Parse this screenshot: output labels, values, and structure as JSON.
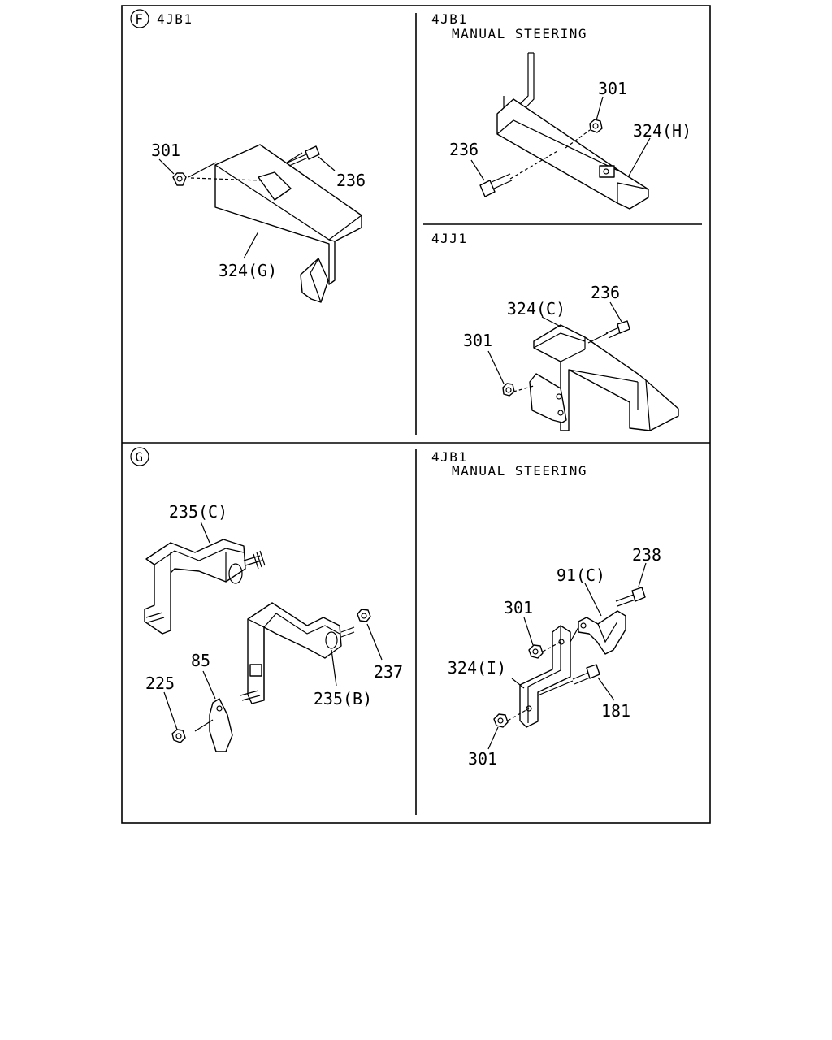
{
  "panels": {
    "f_left": {
      "marker": "F",
      "engine": "4JB1",
      "labels": {
        "nut": "301",
        "bolt": "236",
        "bracket": "324(G)"
      }
    },
    "f_top_right": {
      "engine": "4JB1",
      "note": "MANUAL STEERING",
      "labels": {
        "nut": "301",
        "bolt": "236",
        "bracket": "324(H)"
      }
    },
    "f_bottom_right": {
      "engine": "4JJ1",
      "labels": {
        "nut": "301",
        "bolt": "236",
        "bracket": "324(C)"
      }
    },
    "g_left": {
      "marker": "G",
      "labels": {
        "upper_bracket": "235(C)",
        "lower_bracket": "235(B)",
        "nut_right": "237",
        "clip": "85",
        "nut_left": "225"
      }
    },
    "g_right": {
      "engine": "4JB1",
      "note": "MANUAL STEERING",
      "labels": {
        "bolt_top": "238",
        "clamp": "91(C)",
        "nut_top": "301",
        "bracket": "324(I)",
        "bolt_lower": "181",
        "nut_bottom": "301"
      }
    }
  }
}
